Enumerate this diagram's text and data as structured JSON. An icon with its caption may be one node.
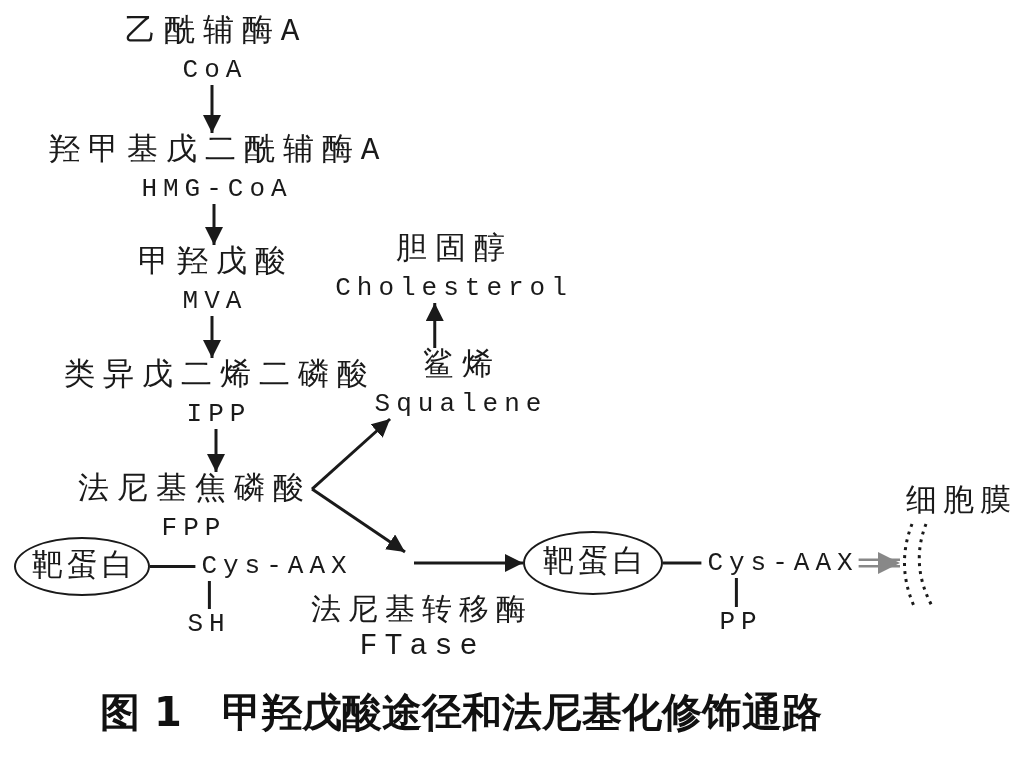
{
  "diagram": {
    "caption": "图 1　甲羟戊酸途径和法尼基化修饰通路",
    "nodes": [
      {
        "text": [
          "乙酰辅酶A",
          "CoA"
        ]
      },
      {
        "text": [
          "羟甲基戊二酰辅酶A",
          "HMG-CoA"
        ]
      },
      {
        "text": [
          "甲羟戊酸",
          "MVA"
        ]
      },
      {
        "text": [
          "类异戊二烯二磷酸",
          "IPP"
        ]
      },
      {
        "text": [
          "法尼基焦磷酸",
          "FPP"
        ]
      },
      {
        "text": [
          "鲨烯",
          "Squalene"
        ]
      },
      {
        "text": [
          "胆固醇",
          "Cholesterol"
        ]
      },
      {
        "text": [
          "靶蛋白"
        ]
      },
      {
        "text": [
          "Cys-AAX"
        ]
      },
      {
        "text": [
          "SH"
        ]
      },
      {
        "text": [
          "靶蛋白"
        ]
      },
      {
        "text": [
          "Cys-AAX"
        ]
      },
      {
        "text": [
          "PP"
        ]
      },
      {
        "text": [
          "细胞膜"
        ]
      }
    ],
    "edges": [
      {
        "from": 0,
        "to": 1,
        "arrow": "to"
      },
      {
        "from": 1,
        "to": 2,
        "arrow": "to"
      },
      {
        "from": 2,
        "to": 3,
        "arrow": "to"
      },
      {
        "from": 3,
        "to": 4,
        "arrow": "to"
      },
      {
        "from": 4,
        "to": 5,
        "arrow": "to"
      },
      {
        "from": 5,
        "to": 6,
        "arrow": "to"
      },
      {
        "from": 4,
        "to": null,
        "arrow": "to"
      },
      {
        "from": null,
        "to": 10,
        "arrow": "to",
        "label": "法尼基转移酶 FTase"
      },
      {
        "from": 7,
        "to": 8,
        "arrow": "none"
      },
      {
        "from": 8,
        "to": 9,
        "arrow": "none"
      },
      {
        "from": 10,
        "to": 11,
        "arrow": "none"
      },
      {
        "from": 11,
        "to": 12,
        "arrow": "none"
      },
      {
        "from": 11,
        "to": 13,
        "arrow": "to",
        "style": "thick",
        "color": "#888888"
      }
    ]
  }
}
